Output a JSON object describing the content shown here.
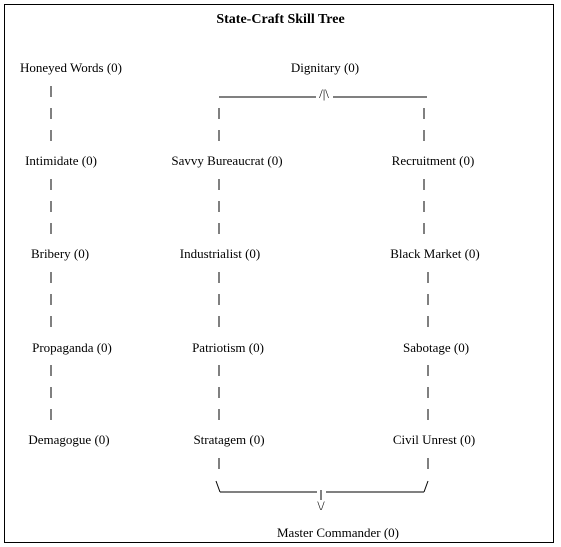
{
  "title": "State-Craft Skill Tree",
  "top_split_glyph": "/|\\",
  "bottom_merge_glyph": "\\/",
  "skills": {
    "honeyed_words": "Honeyed Words (0)",
    "intimidate": "Intimidate (0)",
    "bribery": "Bribery (0)",
    "propaganda": "Propaganda (0)",
    "demagogue": "Demagogue (0)",
    "dignitary": "Dignitary (0)",
    "savvy_bureaucrat": "Savvy Bureaucrat (0)",
    "industrialist": "Industrialist (0)",
    "patriotism": "Patriotism (0)",
    "stratagem": "Stratagem (0)",
    "recruitment": "Recruitment (0)",
    "black_market": "Black Market (0)",
    "sabotage": "Sabotage (0)",
    "civil_unrest": "Civil Unrest (0)",
    "master_commander": "Master Commander (0)"
  }
}
